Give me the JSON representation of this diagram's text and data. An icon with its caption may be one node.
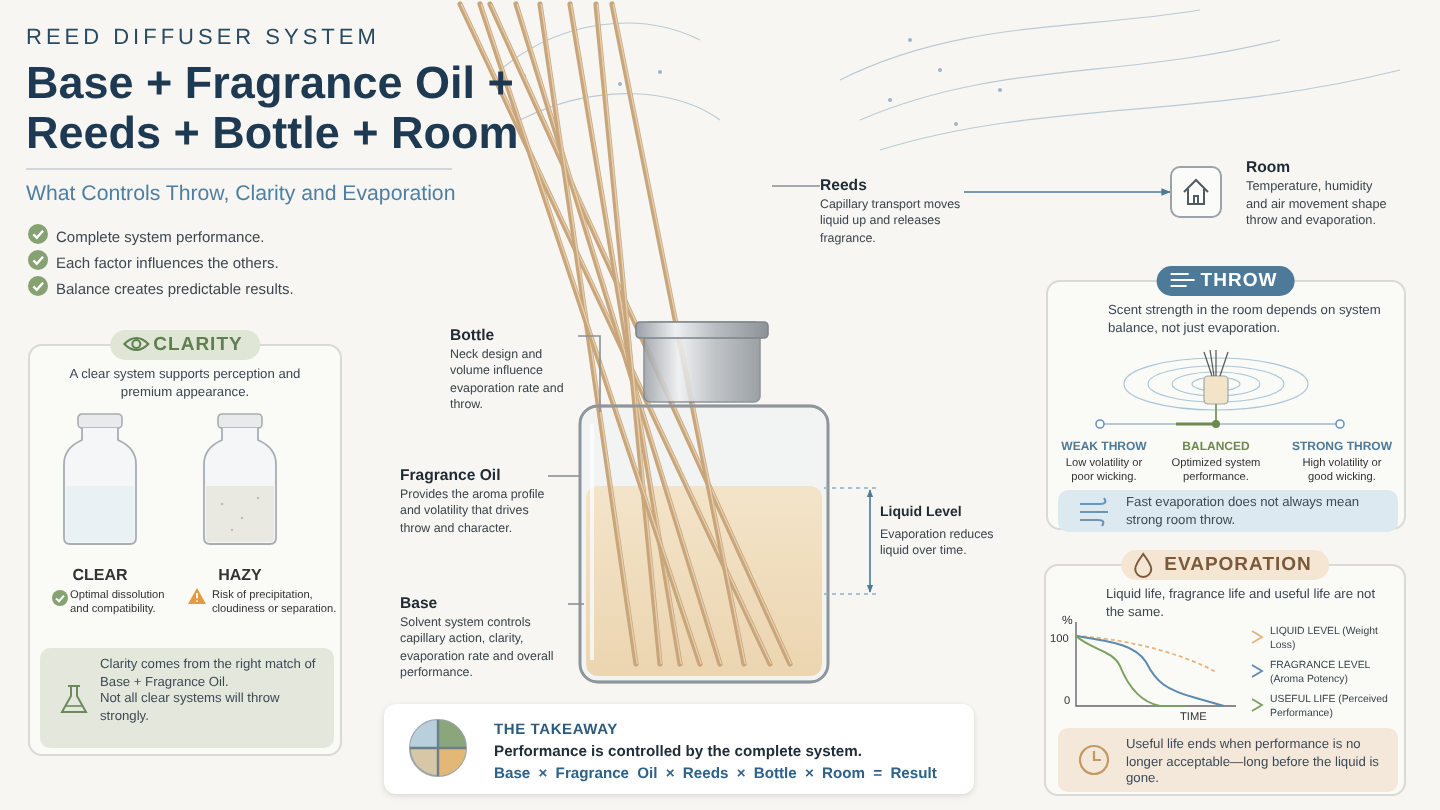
{
  "diagram": {
    "title": "Base + Fragrance Oil + Reeds + Bottle + Room",
    "nodes": [
      {
        "text": [
          "CLARITY",
          "A clear system supports perception and premium appearance."
        ]
      },
      {
        "text": [
          "Clarity comes from the right match of Base + Fragrance Oil.",
          "Not all clear systems will throw strongly."
        ],
        "in": 0
      },
      {
        "text": [
          "Bottle",
          "Neck design and volume influence evaporation rate and throw."
        ]
      },
      {
        "text": [
          "Fragrance Oil",
          "Provides the aroma profile and volatility that drives throw and character."
        ]
      },
      {
        "text": [
          "Base",
          "Solvent system controls capillary action, clarity, evaporation rate and overall performance."
        ]
      },
      {
        "text": [
          "Reeds",
          "Capillary transport moves liquid up and releases fragrance."
        ]
      },
      {
        "text": [],
        "shape": "box",
        "beside": [
          "Room",
          "Temperature, humidity and air movement shape throw and evaporation."
        ]
      },
      {
        "text": [
          "THROW",
          "Scent strength in the room depends on system balance, not just evaporation."
        ]
      },
      {
        "text": [
          "Fast evaporation does not always mean strong room throw."
        ],
        "in": 7
      },
      {
        "text": [
          "EVAPORATION",
          "Liquid life, fragrance life and useful life are not the same."
        ]
      },
      {
        "text": [
          "Useful life ends when performance is no longer acceptable—long before the liquid is gone."
        ],
        "in": 9
      },
      {
        "text": [
          "THE TAKEAWAY",
          "Performance is controlled by the complete system.",
          "Base × Fragrance Oil × Reeds × Bottle × Room = Result"
        ]
      }
    ],
    "edges": [
      {
        "from": 5,
        "to": null,
        "arrow": "none"
      },
      {
        "from": 2,
        "to": null,
        "arrow": "none"
      },
      {
        "from": 3,
        "to": null,
        "arrow": "none"
      },
      {
        "from": 4,
        "to": null,
        "arrow": "none"
      },
      {
        "from": 5,
        "to": 6,
        "arrow": "to"
      }
    ],
    "labels": [
      "REED DIFFUSER SYSTEM",
      "What Controls Throw, Clarity and Evaporation",
      "Complete system performance.",
      "Each factor influences the others.",
      "Balance creates predictable results.",
      "CLEAR",
      "Optimal dissolution and compatibility.",
      "HAZY",
      "Risk of precipitation, cloudiness or separation.",
      "Liquid Level",
      "Evaporation reduces liquid over time.",
      "WEAK THROW",
      "Low volatility or poor wicking.",
      "BALANCED",
      "Optimized system performance.",
      "STRONG THROW",
      "High volatility or good wicking.",
      "%",
      "100",
      "0",
      "TIME"
    ],
    "legend": [
      {
        "text": "LIQUID LEVEL (Weight Loss)"
      },
      {
        "text": "FRAGRANCE LEVEL (Aroma Potency)"
      },
      {
        "text": "USEFUL LIFE (Perceived Performance)"
      }
    ]
  }
}
